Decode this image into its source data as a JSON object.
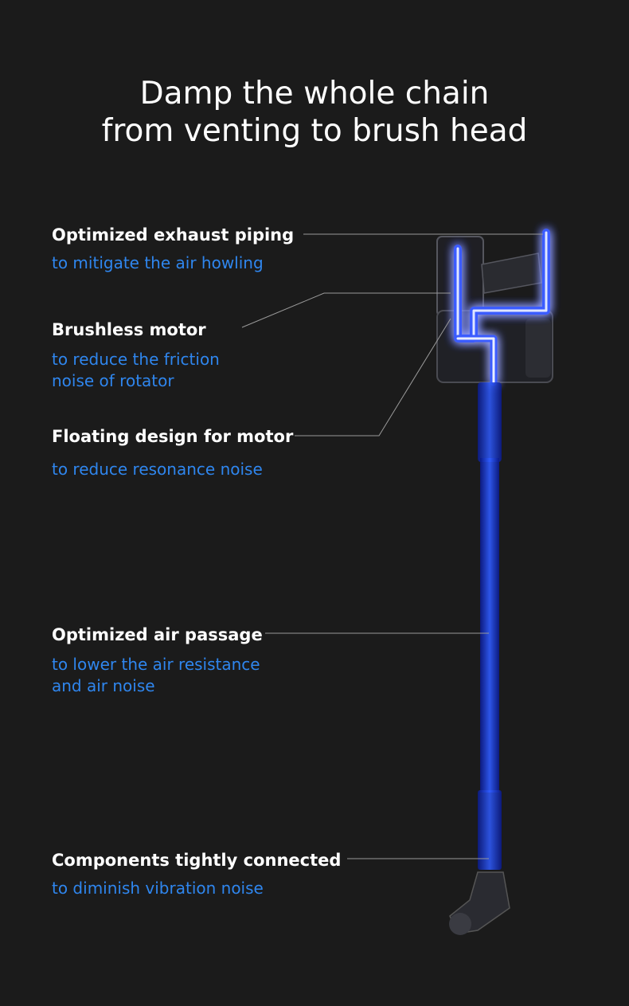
{
  "header": {
    "title_line1": "Damp the whole chain",
    "title_line2": "from venting to brush head"
  },
  "features": [
    {
      "heading": "Optimized exhaust piping",
      "desc": [
        "to mitigate the air howling"
      ]
    },
    {
      "heading": "Brushless motor",
      "desc": [
        "to reduce the friction",
        "noise of rotator"
      ]
    },
    {
      "heading": "Floating design for motor",
      "desc": [
        "to reduce resonance noise"
      ]
    },
    {
      "heading": "Optimized air passage",
      "desc": [
        "to lower the air resistance",
        "and air noise"
      ]
    },
    {
      "heading": "Components tightly connected",
      "desc": [
        "to diminish vibration noise"
      ]
    }
  ],
  "colors": {
    "background": "#1b1b1b",
    "heading": "#ffffff",
    "accent": "#2f86ee",
    "glow": "#2a4dff"
  }
}
